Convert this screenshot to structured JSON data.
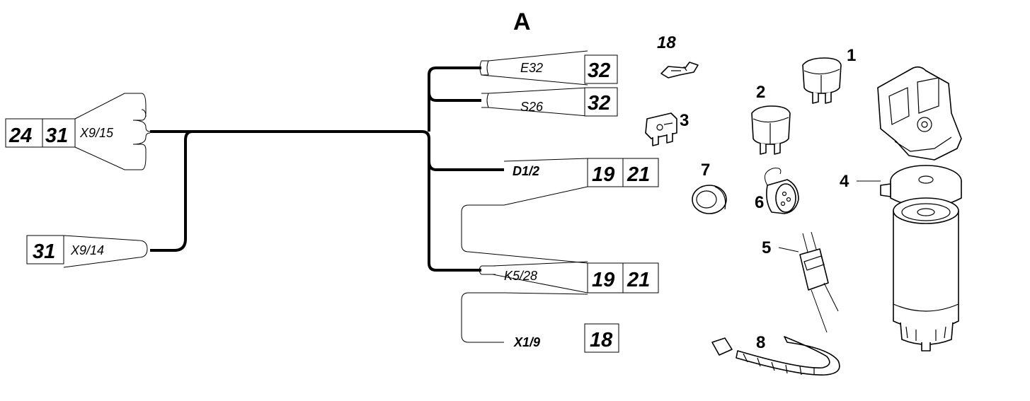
{
  "title": "A",
  "reference_boxes": [
    {
      "id": "x9-15",
      "code": "X9/15",
      "numbers": [
        "24",
        "31"
      ]
    },
    {
      "id": "x9-14",
      "code": "X9/14",
      "numbers": [
        "31"
      ]
    },
    {
      "id": "e32",
      "code": "E32",
      "numbers": [
        "32"
      ]
    },
    {
      "id": "s26",
      "code": "S26",
      "numbers": [
        "32"
      ]
    },
    {
      "id": "d1-2",
      "code": "D1/2",
      "numbers": [
        "19",
        "21"
      ]
    },
    {
      "id": "k5-28",
      "code": "K5/28",
      "numbers": [
        "19",
        "21"
      ]
    },
    {
      "id": "x1-9",
      "code": "X1/9",
      "numbers": [
        "18"
      ]
    }
  ],
  "part_numbers": {
    "terminal": "18",
    "relay_1": "1",
    "relay_2": "2",
    "fuse": "3",
    "filter": "4",
    "connector": "5",
    "sensor": "6",
    "grommet": "7",
    "cable_tie": "8"
  }
}
